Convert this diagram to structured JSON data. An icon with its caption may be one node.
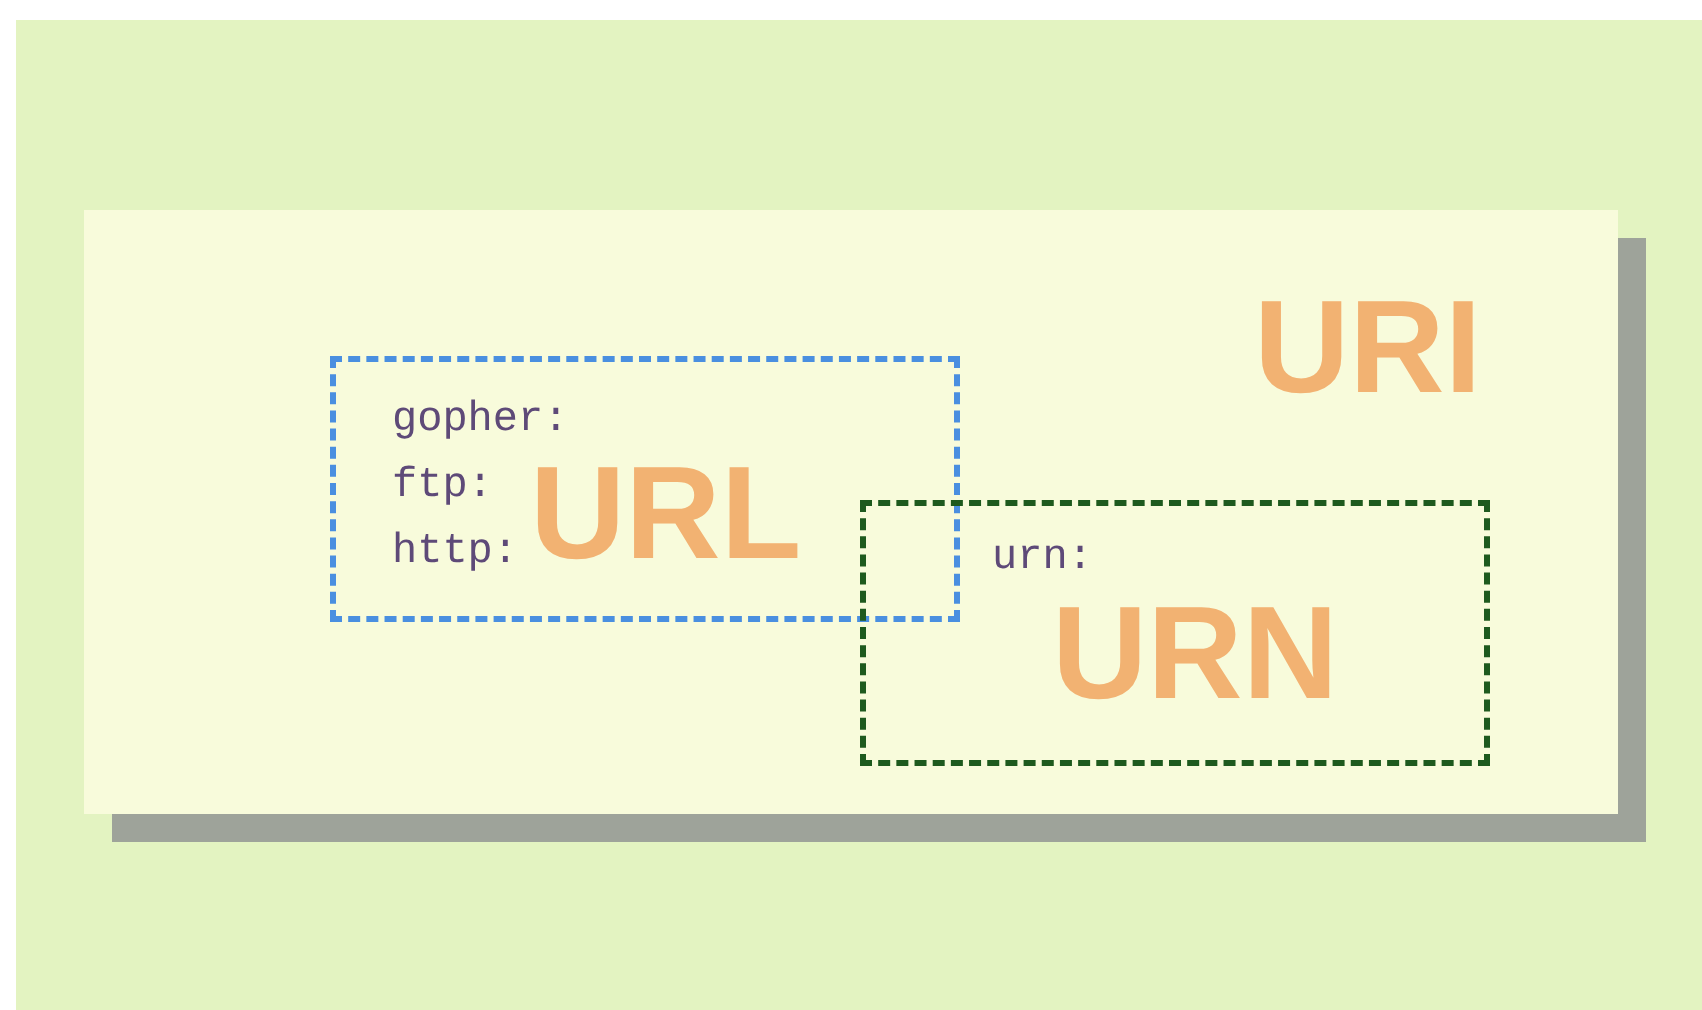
{
  "diagram": {
    "nodes": [
      {
        "text": [
          "URI"
        ]
      },
      {
        "text": [
          "gopher:",
          "ftp:",
          "http:",
          "URL"
        ],
        "in": 0
      },
      {
        "text": [
          "urn:",
          "URN"
        ],
        "in": 0
      }
    ]
  }
}
